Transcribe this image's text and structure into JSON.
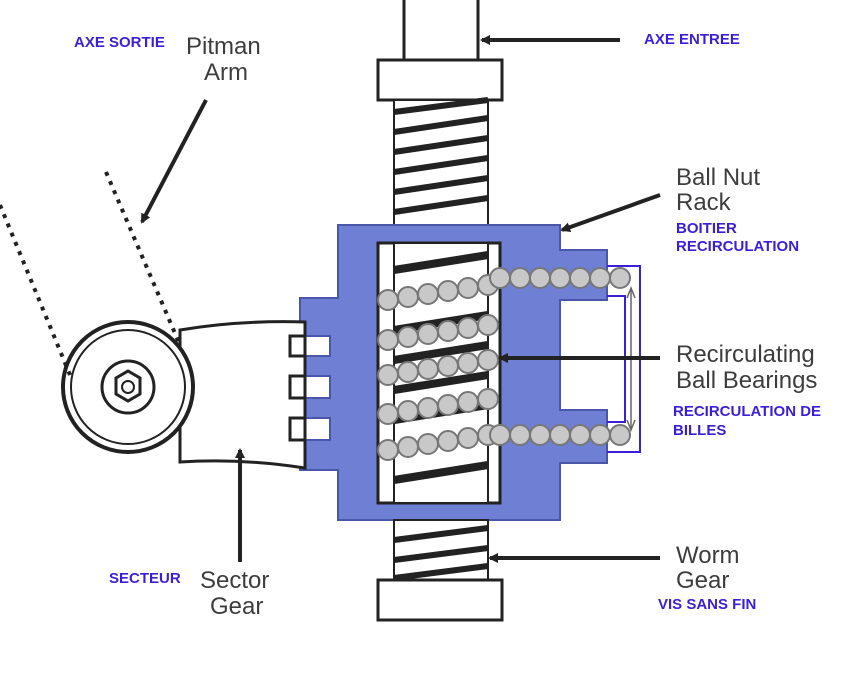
{
  "labels_en": {
    "pitman_arm": [
      "Pitman",
      "Arm"
    ],
    "ball_nut_rack": [
      "Ball Nut",
      "Rack"
    ],
    "recirculating_ball_bearings": [
      "Recirculating",
      "Ball Bearings"
    ],
    "worm_gear": [
      "Worm",
      "Gear"
    ],
    "sector_gear": [
      "Sector",
      "Gear"
    ]
  },
  "labels_fr": {
    "axe_sortie": "AXE SORTIE",
    "axe_entree": "AXE ENTREE",
    "boitier_recirculation": [
      "BOITIER",
      "RECIRCULATION"
    ],
    "recirculation_de_billes": [
      "RECIRCULATION DE",
      "BILLES"
    ],
    "secteur": "SECTEUR",
    "vis_sans_fin": "VIS SANS FIN"
  },
  "colors": {
    "housing_fill": "#6f7fd3",
    "housing_stroke": "#4a56a8",
    "outline": "#222222",
    "ball_fill": "#c8c8c8",
    "annotation": "#3b1fd6",
    "label_gray": "#3d3d3d"
  }
}
